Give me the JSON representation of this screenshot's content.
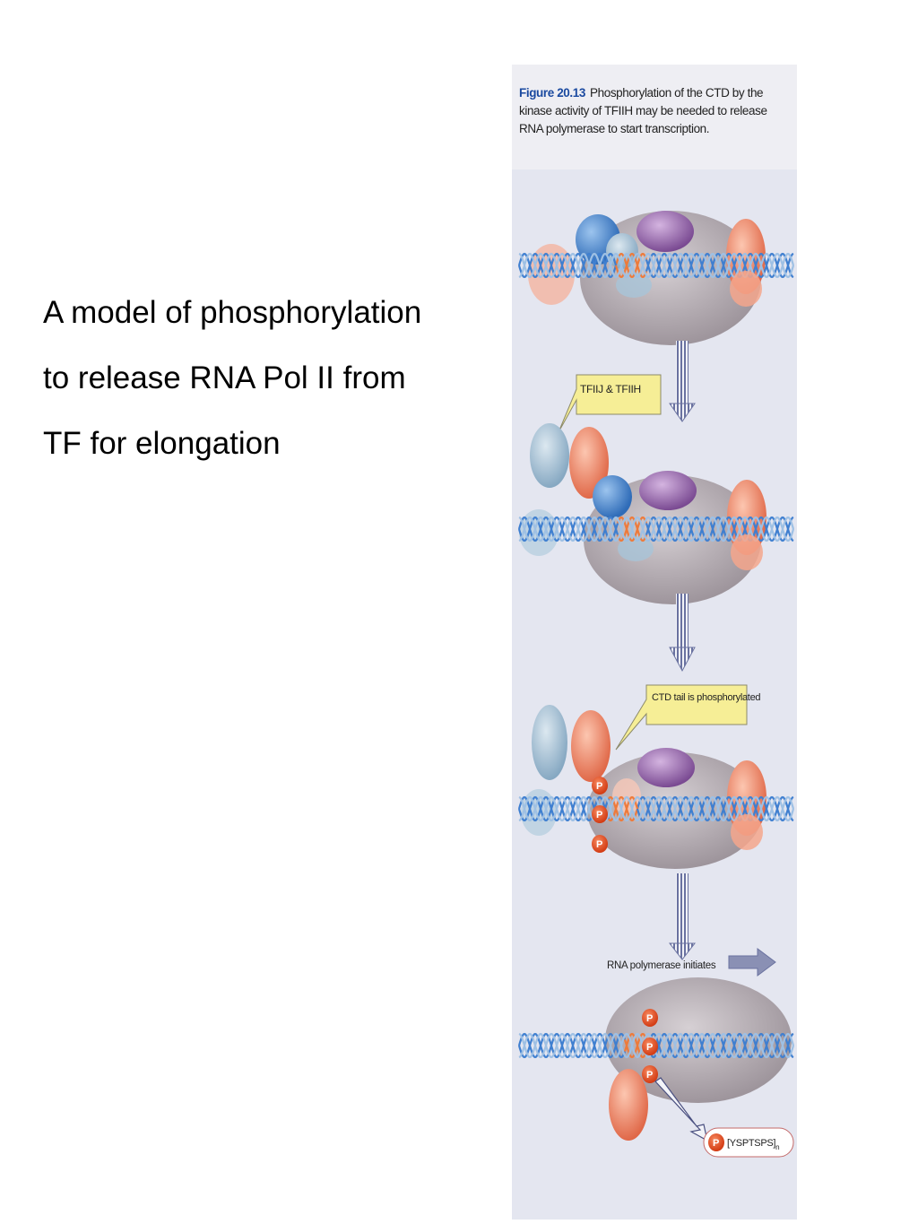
{
  "slide": {
    "lines": [
      "A model of phosphorylation",
      "to release RNA Pol II from",
      "TF for elongation"
    ]
  },
  "figure": {
    "number": "Figure 20.13",
    "caption": "Phosphorylation of the CTD by the kinase activity of TFIIH may be needed to release RNA polymerase to start transcription.",
    "labels": {
      "step1": "TFIIJ & TFIIH",
      "step2": "CTD tail is phosphorylated",
      "step3": "RNA polymerase initiates",
      "repeat": "[YSPTSPS]",
      "repeat_sub": "n",
      "phospho": "P"
    },
    "colors": {
      "dna_blue": "#3f7fd0",
      "dna_orange": "#ee7a3a",
      "polymerase": "#b5acb2",
      "tf_blue": "#4a8ad0",
      "tf_purple": "#8a5aa0",
      "tf_salmon": "#f08a6c",
      "tf_lightblue": "#a8c4d8",
      "phospho": "#e4491f",
      "callout": "#f6ee96",
      "arrow": "#8a90b4"
    }
  }
}
